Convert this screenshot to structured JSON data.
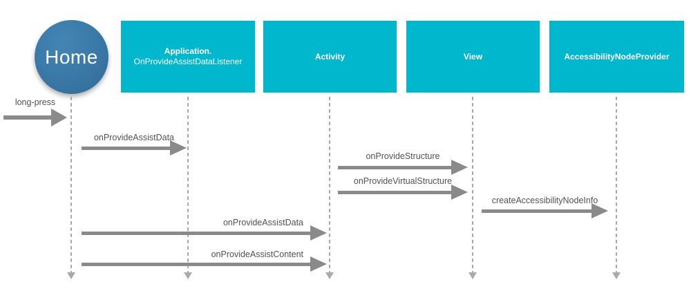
{
  "diagram_type": "sequence-diagram",
  "actors": {
    "home": {
      "label": "Home"
    }
  },
  "participants": [
    {
      "title_bold": "Application.",
      "title_sub": "OnProvideAssistDataListener"
    },
    {
      "title_bold": "Activity",
      "title_sub": ""
    },
    {
      "title_bold": "View",
      "title_sub": ""
    },
    {
      "title_bold": "AccessibilityNodeProvider",
      "title_sub": ""
    }
  ],
  "messages": [
    {
      "label": "long-press",
      "from": "user",
      "to": "Home"
    },
    {
      "label": "onProvideAssistData",
      "from": "Home",
      "to": "Application.OnProvideAssistDataListener"
    },
    {
      "label": "onProvideStructure",
      "from": "Activity",
      "to": "View"
    },
    {
      "label": "onProvideVirtualStructure",
      "from": "Activity",
      "to": "View"
    },
    {
      "label": "createAccessibilityNodeInfo",
      "from": "View",
      "to": "AccessibilityNodeProvider"
    },
    {
      "label": "onProvideAssistData",
      "from": "Home",
      "to": "Activity"
    },
    {
      "label": "onProvideAssistContent",
      "from": "Home",
      "to": "Activity"
    }
  ],
  "colors": {
    "participant_box": "#00b7cd",
    "participant_text": "#ffffff",
    "actor_circle": "#3978a6",
    "actor_text": "#ffffff",
    "arrow": "#8a8a8a",
    "lifeline": "#a8a8a8",
    "message_text": "#515151",
    "background": "#ffffff"
  }
}
